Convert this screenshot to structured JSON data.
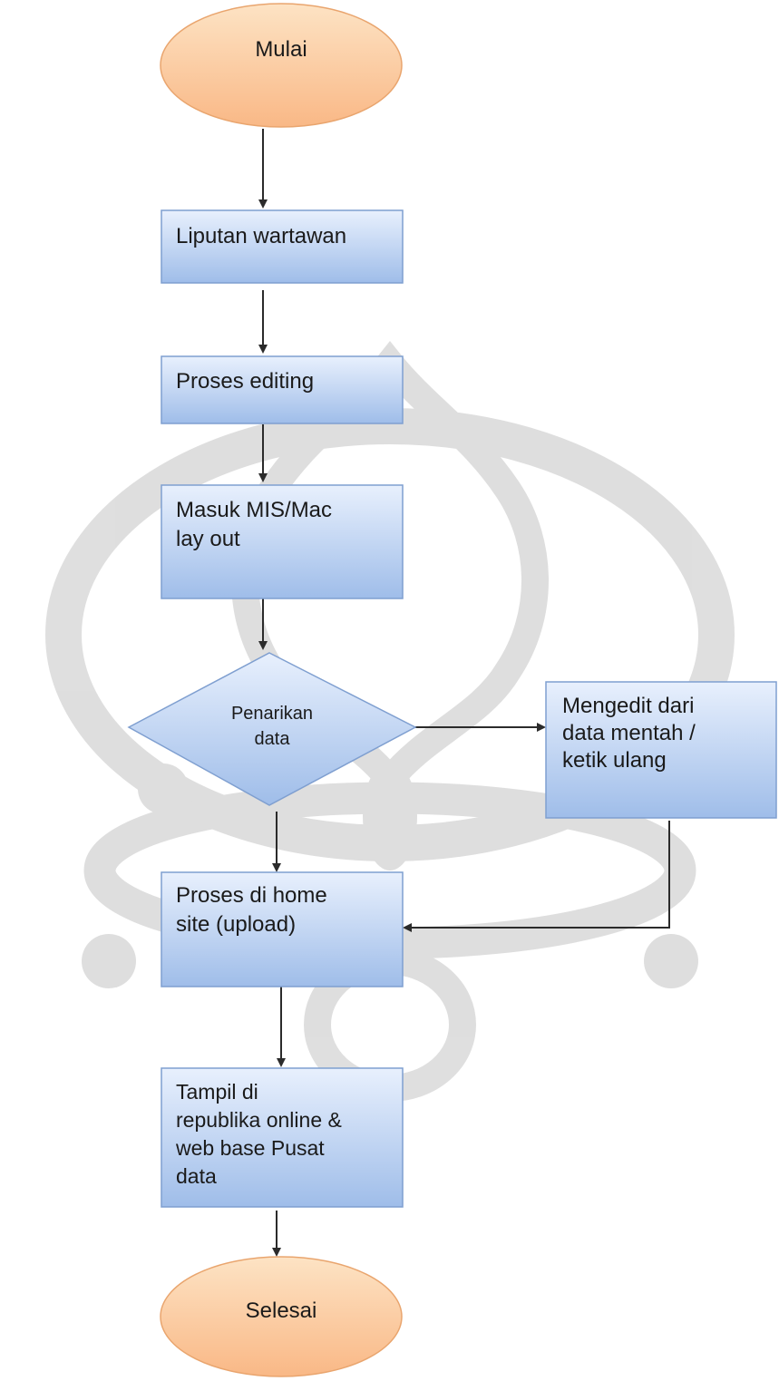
{
  "colors": {
    "terminal_fill_top": "#fde3c4",
    "terminal_fill_bottom": "#f9b886",
    "terminal_stroke": "#e9a56e",
    "process_fill_top": "#e8f0fd",
    "process_fill_bottom": "#9fbde9",
    "process_stroke": "#7f9fd0",
    "arrow": "#2b2b2b",
    "watermark": "#d9d9d9"
  },
  "nodes": {
    "start": {
      "lines": [
        "Mulai"
      ]
    },
    "liputan": {
      "lines": [
        "Liputan wartawan"
      ]
    },
    "editing": {
      "lines": [
        "Proses editing"
      ]
    },
    "masuk": {
      "lines": [
        "Masuk MIS/Mac",
        "lay out"
      ]
    },
    "decision": {
      "lines": [
        "Penarikan",
        "data"
      ]
    },
    "mengedit": {
      "lines": [
        "Mengedit dari",
        "data mentah /",
        "ketik ulang"
      ]
    },
    "homesite": {
      "lines": [
        "Proses di home",
        "site (upload)"
      ]
    },
    "tampil": {
      "lines": [
        "Tampil di",
        "republika online &",
        "web base Pusat",
        "data"
      ]
    },
    "end": {
      "lines": [
        "Selesai"
      ]
    }
  }
}
